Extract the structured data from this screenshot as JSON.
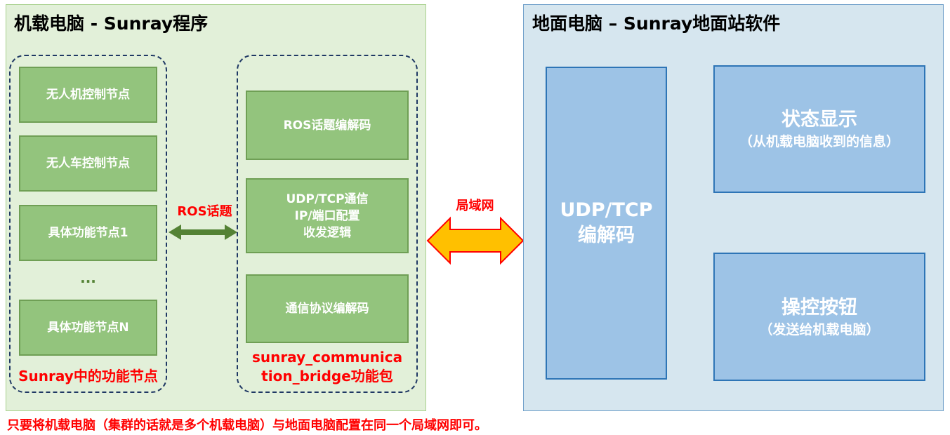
{
  "onboard": {
    "title": "机载电脑 - Sunray程序",
    "function_nodes": {
      "items": [
        "无人机控制节点",
        "无人车控制节点",
        "具体功能节点1",
        "具体功能节点N"
      ],
      "ellipsis": "...",
      "label": "Sunray中的功能节点"
    },
    "bridge": {
      "items": [
        "ROS话题编解码",
        "UDP/TCP通信\nIP/端口配置\n收发逻辑",
        "通信协议编解码"
      ],
      "label_line1": "sunray_communica",
      "label_line2": "tion_bridge功能包"
    },
    "ros_topic_label": "ROS话题"
  },
  "network_label": "局域网",
  "ground": {
    "title": "地面电脑 – Sunray地面站软件",
    "codec": "UDP/TCP\n编解码",
    "status": {
      "title": "状态显示",
      "sub": "（从机载电脑收到的信息）"
    },
    "control": {
      "title": "操控按钮",
      "sub": "（发送给机载电脑）"
    }
  },
  "footer_note": "只要将机载电脑（集群的话就是多个机载电脑）与地面电脑配置在同一个局域网即可。",
  "colors": {
    "green_arrow": "#548235",
    "orange_arrow": "#ffc000",
    "red_arrow_border": "#ff0000"
  }
}
